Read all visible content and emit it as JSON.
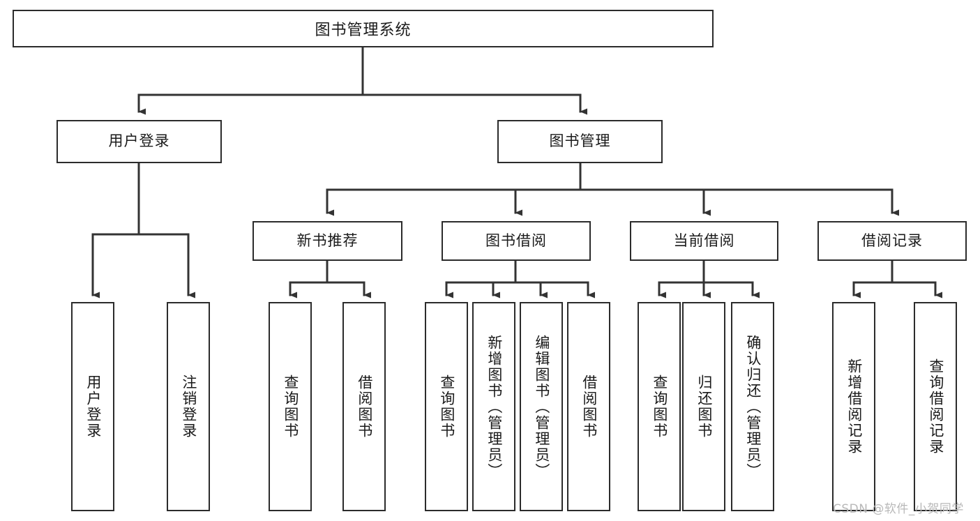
{
  "diagram": {
    "title": "图书管理系统",
    "type": "tree-hierarchy-chart",
    "orientation": "top-down",
    "colors": {
      "node_border": "#2b2b2b",
      "node_fill": "#ffffff",
      "edge": "#333333",
      "text": "#1a1a1a",
      "watermark": "#b8b8b8",
      "background": "#ffffff"
    }
  },
  "root": {
    "label": "图书管理系统"
  },
  "level1": [
    {
      "label": "用户登录"
    },
    {
      "label": "图书管理"
    }
  ],
  "level2": [
    {
      "label": "新书推荐"
    },
    {
      "label": "图书借阅"
    },
    {
      "label": "当前借阅"
    },
    {
      "label": "借阅记录"
    }
  ],
  "leaves": {
    "user_login": [
      {
        "label": "用户登录"
      },
      {
        "label": "注销登录"
      }
    ],
    "new_book_recommend": [
      {
        "label": "查询图书"
      },
      {
        "label": "借阅图书"
      }
    ],
    "book_borrow": [
      {
        "label": "查询图书"
      },
      {
        "label": "新增图书（管理员）"
      },
      {
        "label": "编辑图书（管理员）"
      },
      {
        "label": "借阅图书"
      }
    ],
    "current_borrow": [
      {
        "label": "查询图书"
      },
      {
        "label": "归还图书"
      },
      {
        "label": "确认归还（管理员）"
      }
    ],
    "borrow_record": [
      {
        "label": "新增借阅记录"
      },
      {
        "label": "查询借阅记录"
      }
    ]
  },
  "watermark": {
    "text": "CSDN @软件_小贺同学"
  }
}
